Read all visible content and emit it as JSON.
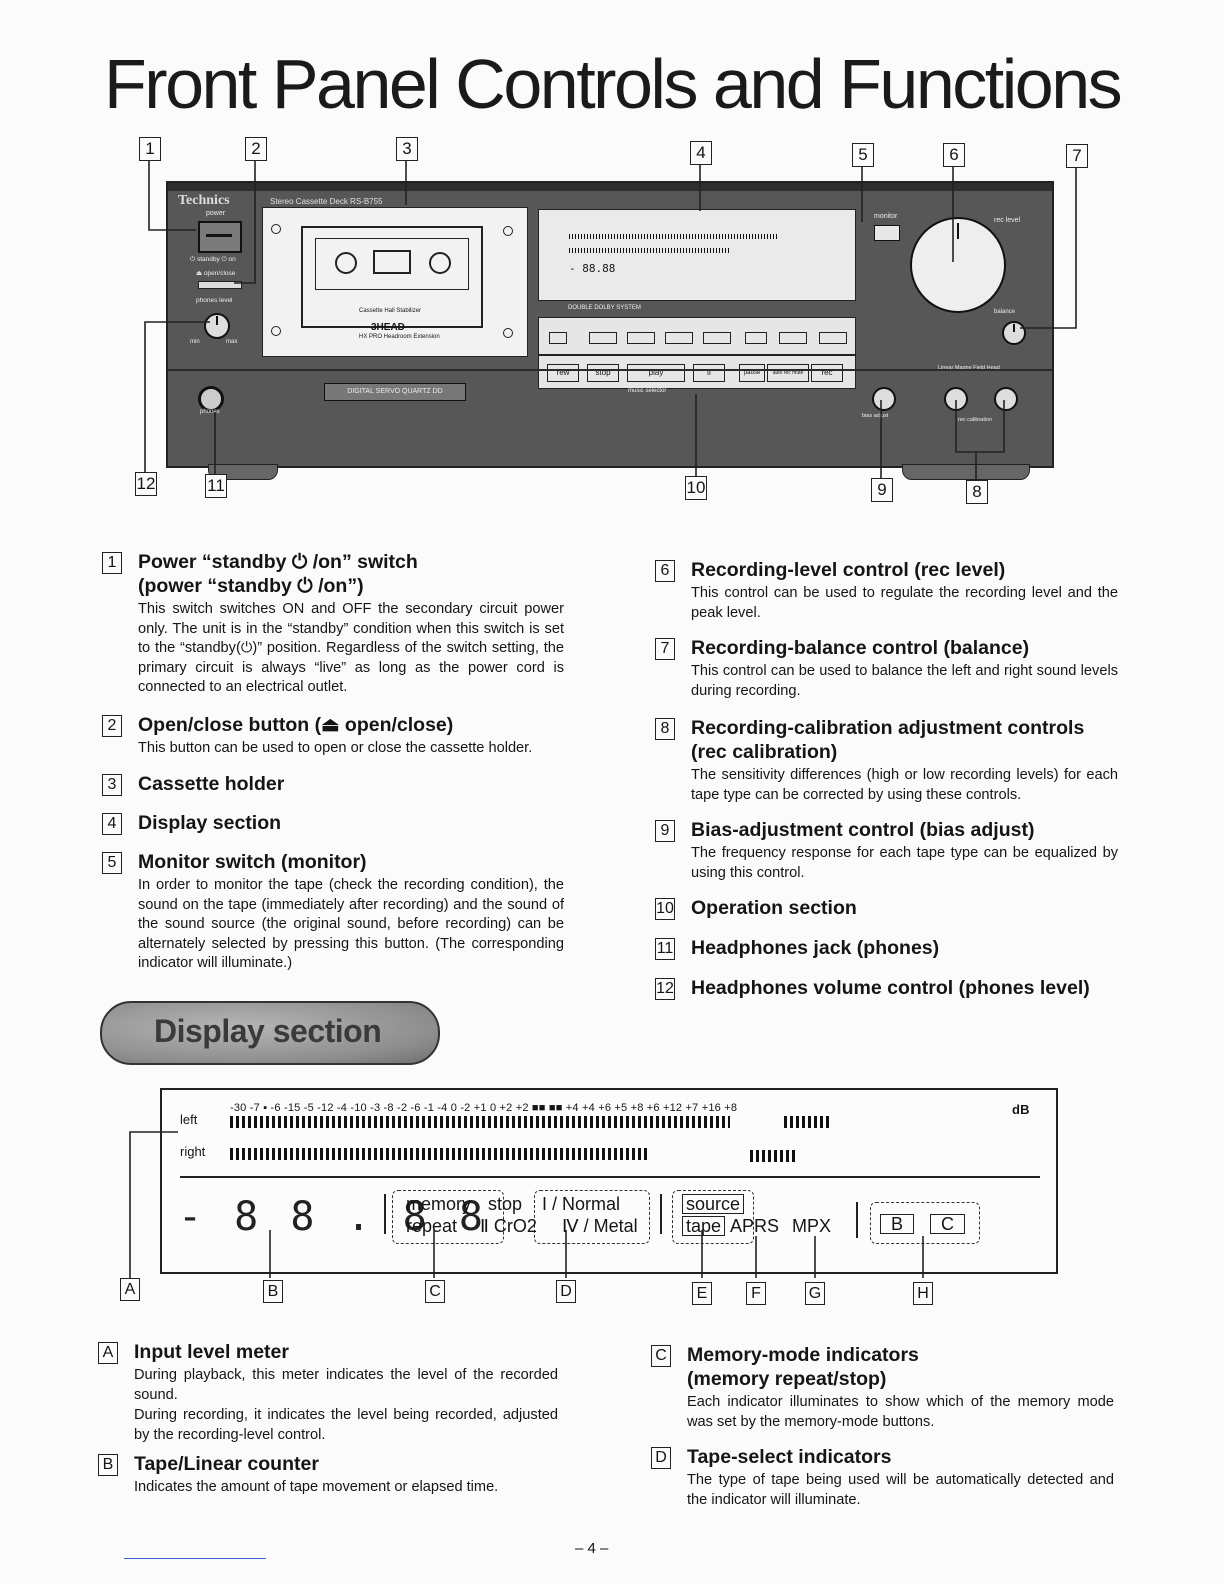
{
  "page_title": "Front Panel Controls and Functions",
  "device": {
    "brand": "Technics",
    "model": "Stereo Cassette Deck RS-B755",
    "labels": {
      "power": "power",
      "standby": "⏻ standby ⏻ on",
      "open_close": "⏏ open/close",
      "phones_level": "phones level",
      "min": "min",
      "max": "max",
      "phones": "phones",
      "cassette_stabilizer": "Cassette Hall Stabilizer",
      "three_head": "3HEAD",
      "hx_pro": "HX PRO Headroom Extension",
      "digital_servo": "DIGITAL SERVO QUARTZ DD",
      "dolby": "DOUBLE DOLBY SYSTEM",
      "monitor": "monitor",
      "rec_level": "rec level",
      "balance": "balance",
      "left": "left",
      "right": "right",
      "music_selector": "music selector",
      "rec_calibration": "rec calibration",
      "bias_adjust": "bias adjust",
      "linear_head": "Linear Magne Field Head"
    },
    "buttons": [
      "rew",
      "stop",
      "play",
      "ff",
      "pause",
      "auto rec mute",
      "rec"
    ]
  },
  "callouts_top": [
    "1",
    "2",
    "3",
    "4",
    "5",
    "6",
    "7"
  ],
  "callouts_bottom": [
    "12",
    "11",
    "10",
    "9",
    "8"
  ],
  "items_left": [
    {
      "num": "1",
      "title": "Power “standby ⏻ /on” switch",
      "title2": "(power “standby ⏻ /on”)",
      "text": "This switch switches ON and OFF the secondary circuit power only. The unit is in the “standby” condition when this switch is set to the “standby(⏻)” position. Regardless of the switch setting, the primary circuit is always “live” as long as the power cord is connected to an electrical outlet."
    },
    {
      "num": "2",
      "title": "Open/close button (⏏ open/close)",
      "text": "This button can be used to open or close the cassette holder."
    },
    {
      "num": "3",
      "title": "Cassette holder"
    },
    {
      "num": "4",
      "title": "Display section"
    },
    {
      "num": "5",
      "title": "Monitor switch (monitor)",
      "text": "In order to monitor the tape (check the recording condition), the sound on the tape (immediately after recording) and the sound of the sound source (the original sound, before recording) can be alternately selected by pressing this button. (The corresponding indicator will illuminate.)"
    }
  ],
  "items_right": [
    {
      "num": "6",
      "title": "Recording-level control (rec level)",
      "text": "This control can be used to regulate the recording level and the peak level."
    },
    {
      "num": "7",
      "title": "Recording-balance control (balance)",
      "text": "This control can be used to balance the left and right sound levels during recording."
    },
    {
      "num": "8",
      "title": "Recording-calibration adjustment controls",
      "title2": "(rec calibration)",
      "text": "The sensitivity differences (high or low recording levels) for each tape type can be corrected by using these controls."
    },
    {
      "num": "9",
      "title": "Bias-adjustment control (bias adjust)",
      "text": "The frequency response for each tape type can be equalized by using this control."
    },
    {
      "num": "10",
      "title": "Operation section"
    },
    {
      "num": "11",
      "title": "Headphones jack (phones)"
    },
    {
      "num": "12",
      "title": "Headphones volume control (phones level)"
    }
  ],
  "display_section": {
    "banner": "Display section",
    "left_label": "left",
    "right_label": "right",
    "scale_top": "-30 -7  ▪ -6   -15 -5   -12 -4   -10 -3   -8 -2   -6 -1   -4  0    -2 +1     0 +2    +2 ■■ ■■ +4 +4    +6 +5    +8 +6   +12 +7   +16 +8",
    "db": "dB",
    "counter": "- 8 8 . 8 8",
    "memory": "memory",
    "stop": "stop",
    "repeat": "repeat",
    "normal": "I / Normal",
    "cro2": "Ⅱ CrO2",
    "metal": "Ⅳ / Metal",
    "source": "source",
    "tape": "tape",
    "aprs": "APRS",
    "mpx": "MPX",
    "b": "B",
    "c": "C",
    "labels": [
      "A",
      "B",
      "C",
      "D",
      "E",
      "F",
      "G",
      "H"
    ]
  },
  "display_items_left": [
    {
      "num": "A",
      "title": "Input level meter",
      "text": "During playback, this meter indicates the level of the recorded sound.",
      "text2": "During recording, it indicates the level being recorded, adjusted by the recording-level control."
    },
    {
      "num": "B",
      "title": "Tape/Linear counter",
      "text": "Indicates the amount of tape movement or elapsed time."
    }
  ],
  "display_items_right": [
    {
      "num": "C",
      "title": "Memory-mode indicators",
      "title2": "(memory repeat/stop)",
      "text": "Each indicator illuminates to show which of the memory mode was set by the memory-mode buttons."
    },
    {
      "num": "D",
      "title": "Tape-select indicators",
      "text": "The type of tape being used will be automatically detected and the indicator will illuminate."
    }
  ],
  "page_number": "– 4 –"
}
